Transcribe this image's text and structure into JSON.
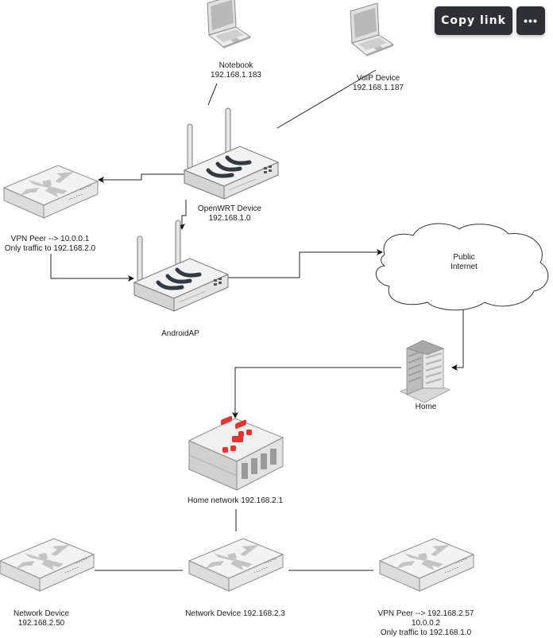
{
  "toolbar": {
    "copy_link_label": "Copy link",
    "more_label": "•••",
    "more_icon": "more-horizontal-icon"
  },
  "colors": {
    "toolbar_bg": "#2f3035",
    "device_top": "#f0f0f0",
    "device_side": "#d4d4d4",
    "wave": "#2f3a44",
    "fortinet_red": "#e8322f",
    "arrow_fill": "#c8c8c8",
    "line": "#222222"
  },
  "nodes": {
    "notebook": {
      "icon": "laptop-icon",
      "lines": [
        "Notebook",
        "192.168.1.183"
      ]
    },
    "voip": {
      "icon": "laptop-icon",
      "lines": [
        "VoIP Device",
        "192.168.1.187"
      ]
    },
    "openwrt": {
      "icon": "wireless-router-icon",
      "lines": [
        "OpenWRT Device",
        "192.168.1.0"
      ]
    },
    "vpn_peer_1": {
      "icon": "network-switch-icon",
      "lines": [
        "VPN Peer --> 10.0.0.1",
        "Only traffic to 192.168.2.0"
      ]
    },
    "androidap": {
      "icon": "wireless-router-icon",
      "lines": [
        "AndroidAP"
      ]
    },
    "internet": {
      "icon": "cloud-icon",
      "lines": [
        "Public",
        "Internet"
      ]
    },
    "home": {
      "icon": "building-icon",
      "lines": [
        "Home"
      ]
    },
    "home_network": {
      "icon": "firewall-appliance-icon",
      "lines": [
        "Home network 192.168.2.1"
      ]
    },
    "network_device_50": {
      "icon": "network-switch-icon",
      "lines": [
        "Network Device",
        "192.168.2.50"
      ]
    },
    "network_device_3": {
      "icon": "network-switch-icon",
      "lines": [
        "Network Device 192.168.2.3"
      ]
    },
    "vpn_peer_2": {
      "icon": "network-switch-icon",
      "lines": [
        "VPN Peer --> 192.168.2.57",
        "10.0.0.2",
        "Only traffic to 192.168.1.0"
      ]
    }
  },
  "edges": [
    {
      "from": "notebook",
      "to": "openwrt",
      "arrow": false
    },
    {
      "from": "voip",
      "to": "openwrt",
      "arrow": false
    },
    {
      "from": "openwrt",
      "to": "vpn_peer_1",
      "arrow": true
    },
    {
      "from": "openwrt",
      "to": "androidap",
      "arrow": true
    },
    {
      "from": "vpn_peer_1",
      "to": "androidap",
      "arrow": true
    },
    {
      "from": "androidap",
      "to": "internet",
      "arrow": true
    },
    {
      "from": "internet",
      "to": "home",
      "arrow": true
    },
    {
      "from": "home",
      "to": "home_network",
      "arrow": true
    },
    {
      "from": "home_network",
      "to": "network_device_3",
      "arrow": false
    },
    {
      "from": "network_device_50",
      "to": "network_device_3",
      "arrow": false
    },
    {
      "from": "network_device_3",
      "to": "vpn_peer_2",
      "arrow": false
    }
  ]
}
